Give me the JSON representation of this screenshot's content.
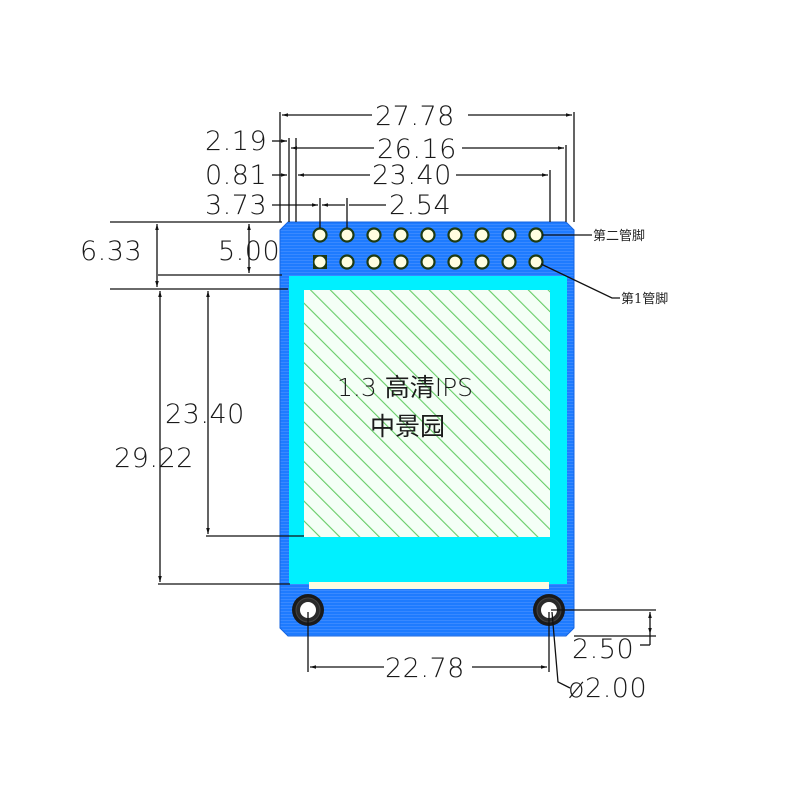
{
  "drawing": {
    "title": "1.3 inch IPS LCD module mechanical dimension drawing",
    "units": "mm",
    "colors": {
      "pcb": "#1e7bff",
      "pcb_edge": "#1565e0",
      "lcd_frame": "#00f0ff",
      "active_area_fill": "#f4fff6",
      "hatch": "#66cc66",
      "fpc_strip": "#fffbe0",
      "pin_pad": "#fffde0",
      "pin_ring": "#1d3a12",
      "mount_hole_ring": "#1a1a1a"
    }
  },
  "lcd": {
    "line1": "1.3 高清IPS",
    "line2": "中景园"
  },
  "pins": {
    "rows": 2,
    "per_row": 9,
    "pitch": "2.54",
    "label_row2": "第二管脚",
    "label_row1": "第1管脚"
  },
  "dimensions": {
    "overall_width": "27.78",
    "inner_width": "26.16",
    "lcd_width": "23.40",
    "pin_pitch": "2.54",
    "left_offset_a": "2.19",
    "left_offset_b": "0.81",
    "left_offset_c": "3.73",
    "header_height_total": "6.33",
    "header_height_inner": "5.00",
    "lcd_height": "23.40",
    "frame_height": "29.22",
    "hole_spacing": "22.78",
    "hole_edge_offset": "2.50",
    "hole_diameter": "ø2.00"
  }
}
